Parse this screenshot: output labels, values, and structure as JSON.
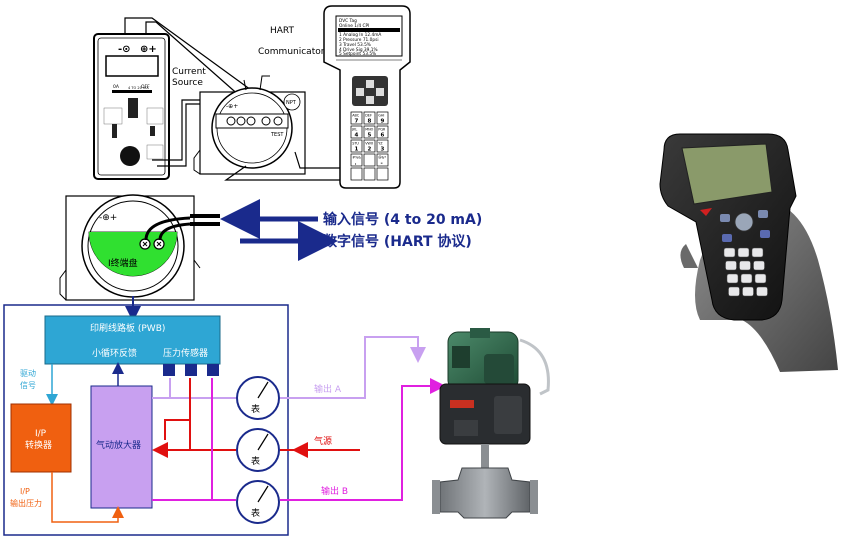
{
  "labels": {
    "hart": "HART",
    "communicator": "Communicator",
    "current": "Current",
    "source": "Source",
    "input_signal": "输入信号 (4 to 20 mA)",
    "digital_signal": "数字信号 (HART 协议)",
    "terminal_block": "I终端盘",
    "pwb": "印刷线路板 (PWB)",
    "feedback": "小循环反馈",
    "pressure_sensor": "压力传感器",
    "drive_signal_1": "驱动",
    "drive_signal_2": "信号",
    "ip_converter_1": "I/P",
    "ip_converter_2": "转换器",
    "pneumatic_relay": "气动放大器",
    "gauge": "表",
    "output_a": "输出 A",
    "supply": "气源",
    "output_b": "输出 B",
    "ip_output_1": "I/P",
    "ip_output_2": "输出压力"
  },
  "meter": {
    "left_terminal": "-⊙",
    "right_terminal": "⊕+",
    "mode_left": "0A",
    "mode_right": "OFF",
    "range": "4 TO 20 mA"
  },
  "transmitter": {
    "terminal": "-⊕+",
    "test": "TEST",
    "npt": "NPT"
  },
  "communicator_screen": {
    "line1": "DVC Tag",
    "line2": "Online  1/4  CPI",
    "line3": "1 Analog In  12.4mA",
    "line4": "2 Pressure   71.0psi",
    "line5": "3 Travel     53.5%",
    "line6": "4 Drive Sig  39.1%",
    "line7": "5 Setpoint   53.5%"
  },
  "keypad": [
    "ABC 7",
    "DEF 8",
    "GHI 9",
    "JKL 4",
    "MNO 5",
    "PQR 6",
    "STU 1",
    "VWX 2",
    "YZ 3",
    "#%& .",
    "",
    "@&* -"
  ],
  "colors": {
    "navy": "#1a2a8c",
    "cyan_box": "#2ea6d4",
    "orange": "#f06010",
    "violet": "#c8a0f0",
    "red": "#e01010",
    "magenta": "#e020e0",
    "green": "#30e030"
  }
}
